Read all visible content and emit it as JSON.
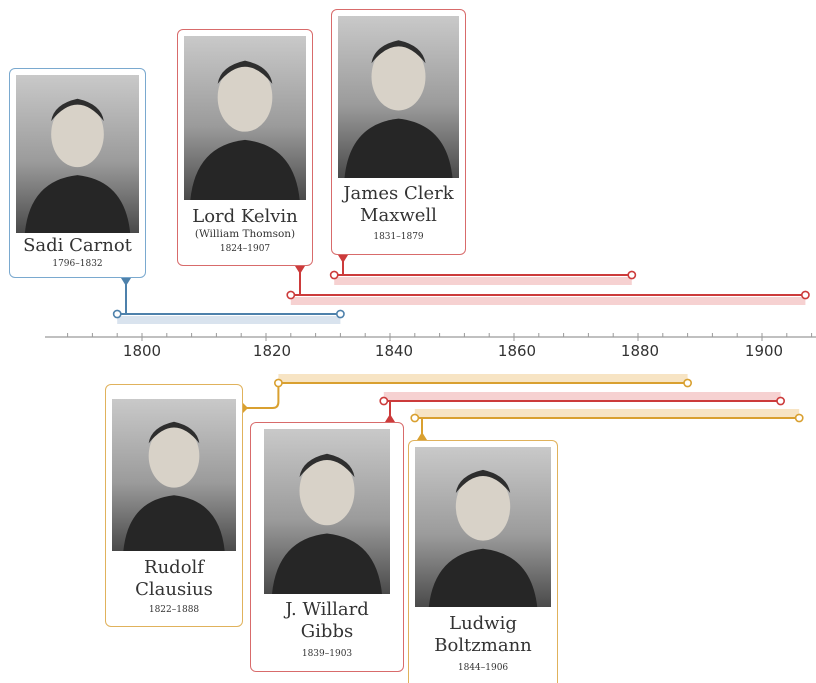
{
  "axis": {
    "ticks": [
      "1800",
      "1820",
      "1840",
      "1860",
      "1880",
      "1900"
    ]
  },
  "scientists": [
    {
      "id": "carnot",
      "name_lines": [
        "Sadi Carnot"
      ],
      "alias": "",
      "dates": "1796–1832",
      "color": "#4e81ab",
      "band": "#d9e3ee"
    },
    {
      "id": "kelvin",
      "name_lines": [
        "Lord Kelvin"
      ],
      "alias": "(William Thomson)",
      "dates": "1824–1907",
      "color": "#cc3b3b",
      "band": "#f6d1d1"
    },
    {
      "id": "maxwell",
      "name_lines": [
        "James Clerk",
        "Maxwell"
      ],
      "alias": "",
      "dates": "1831–1879",
      "color": "#cc3b3b",
      "band": "#f6d1d1"
    },
    {
      "id": "clausius",
      "name_lines": [
        "Rudolf",
        "Clausius"
      ],
      "alias": "",
      "dates": "1822–1888",
      "color": "#d9a030",
      "band": "#f7e4c4"
    },
    {
      "id": "gibbs",
      "name_lines": [
        "J. Willard",
        "Gibbs"
      ],
      "alias": "",
      "dates": "1839–1903",
      "color": "#cc3b3b",
      "band": "#f6d1d1"
    },
    {
      "id": "boltzmann",
      "name_lines": [
        "Ludwig",
        "Boltzmann"
      ],
      "alias": "",
      "dates": "1844–1906",
      "color": "#d9a030",
      "band": "#f7e4c4"
    }
  ]
}
